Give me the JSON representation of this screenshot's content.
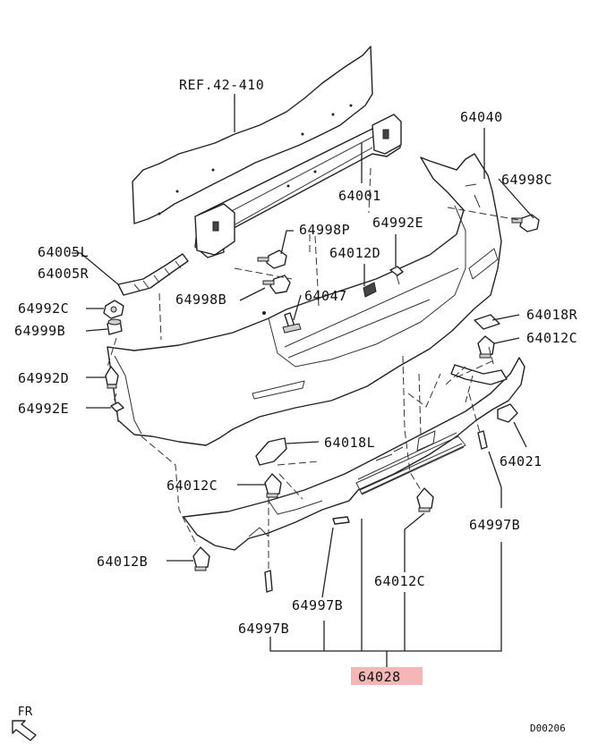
{
  "diagram": {
    "highlight_color": "#f4b6b6",
    "labels": {
      "ref": "REF.42-410",
      "p64040": "64040",
      "p64001": "64001",
      "p64998c": "64998C",
      "p64998p": "64998P",
      "p64992e_top": "64992E",
      "p64005l": "64005L",
      "p64005r": "64005R",
      "p64012d": "64012D",
      "p64998b": "64998B",
      "p64047": "64047",
      "p64992c": "64992C",
      "p64999b": "64999B",
      "p64018r": "64018R",
      "p64012c_right": "64012C",
      "p64992d": "64992D",
      "p64992e_left": "64992E",
      "p64018l": "64018L",
      "p64021": "64021",
      "p64012c_left": "64012C",
      "p64997b_right": "64997B",
      "p64012b": "64012B",
      "p64012c_center": "64012C",
      "p64997b_center": "64997B",
      "p64997b_left": "64997B",
      "p64028": "64028",
      "fr": "FR",
      "code": "D00206"
    }
  }
}
